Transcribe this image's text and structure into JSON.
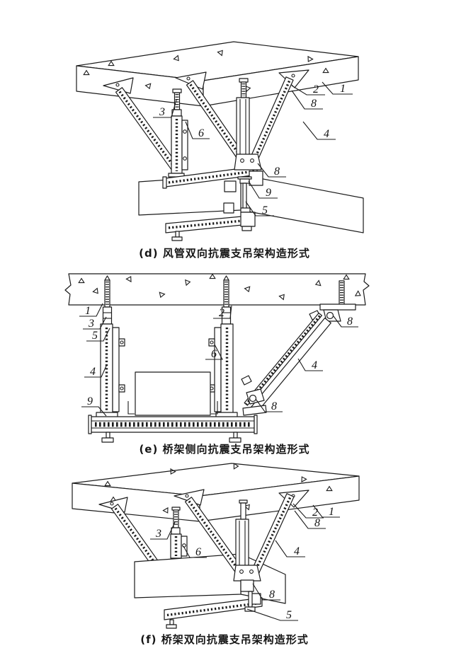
{
  "document": {
    "type": "scanned-technical-diagram-page",
    "background_color": "#ffffff",
    "ink_color": "#1b1b1b"
  },
  "figures": [
    {
      "key": "d",
      "caption": "(d) 风管双向抗震支吊架构造形式",
      "callouts": [
        {
          "text": "1"
        },
        {
          "text": "2"
        },
        {
          "text": "8"
        },
        {
          "text": "3"
        },
        {
          "text": "6"
        },
        {
          "text": "4"
        },
        {
          "text": "8"
        },
        {
          "text": "9"
        },
        {
          "text": "5"
        }
      ]
    },
    {
      "key": "e",
      "caption": "(e) 桥架侧向抗震支吊架构造形式",
      "callouts": [
        {
          "text": "1"
        },
        {
          "text": "3"
        },
        {
          "text": "5"
        },
        {
          "text": "2"
        },
        {
          "text": "8"
        },
        {
          "text": "6"
        },
        {
          "text": "4"
        },
        {
          "text": "4"
        },
        {
          "text": "9"
        },
        {
          "text": "8"
        }
      ]
    },
    {
      "key": "f",
      "caption": "(f) 桥架双向抗震支吊架构造形式",
      "callouts": [
        {
          "text": "2"
        },
        {
          "text": "1"
        },
        {
          "text": "8"
        },
        {
          "text": "3"
        },
        {
          "text": "6"
        },
        {
          "text": "4"
        },
        {
          "text": "8"
        },
        {
          "text": "5"
        }
      ]
    }
  ]
}
